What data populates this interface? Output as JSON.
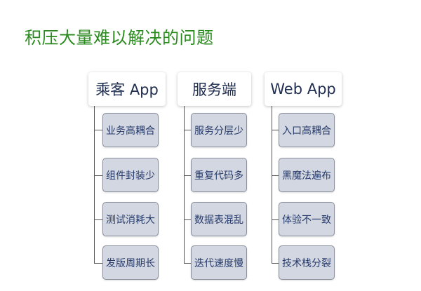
{
  "title": "积压大量难以解决的问题",
  "columns": [
    {
      "header": "乘客 App",
      "items": [
        "业务高耦合",
        "组件封装少",
        "测试消耗大",
        "发版周期长"
      ]
    },
    {
      "header": "服务端",
      "items": [
        "服务分层少",
        "重复代码多",
        "数据表混乱",
        "迭代速度慢"
      ]
    },
    {
      "header": "Web App",
      "items": [
        "入口高耦合",
        "黑魔法遍布",
        "体验不一致",
        "技术栈分裂"
      ]
    }
  ],
  "colors": {
    "title": "#2a8a1e",
    "header_text": "#1f2d4f",
    "item_fill": "#d3d7e1",
    "item_text": "#253a6b"
  }
}
